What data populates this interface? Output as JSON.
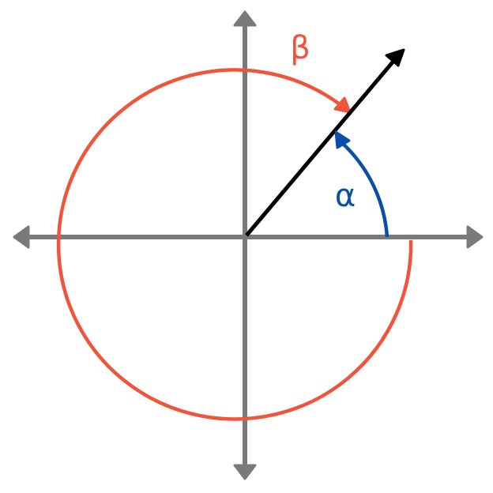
{
  "diagram": {
    "title": "",
    "labels": {
      "beta": "β",
      "alpha": "α"
    },
    "colors": {
      "axes": "#7a7a7a",
      "vector": "#000000",
      "beta_arc": "#f0553c",
      "alpha_arc": "#0a4eaa",
      "background": "#ffffff"
    },
    "elements": [
      {
        "id": "x-axis",
        "type": "double-arrow",
        "description": "horizontal axis"
      },
      {
        "id": "y-axis",
        "type": "double-arrow",
        "description": "vertical axis"
      },
      {
        "id": "vector",
        "type": "arrow",
        "description": "black vector from origin at ~50°"
      },
      {
        "id": "beta-arc",
        "type": "arc-arrow",
        "label": "β",
        "direction": "clockwise",
        "description": "red arc nearly full circle from positive x-axis clockwise to vector"
      },
      {
        "id": "alpha-arc",
        "type": "arc-arrow",
        "label": "α",
        "direction": "counterclockwise",
        "description": "blue arc from positive x-axis counterclockwise to vector"
      }
    ]
  }
}
